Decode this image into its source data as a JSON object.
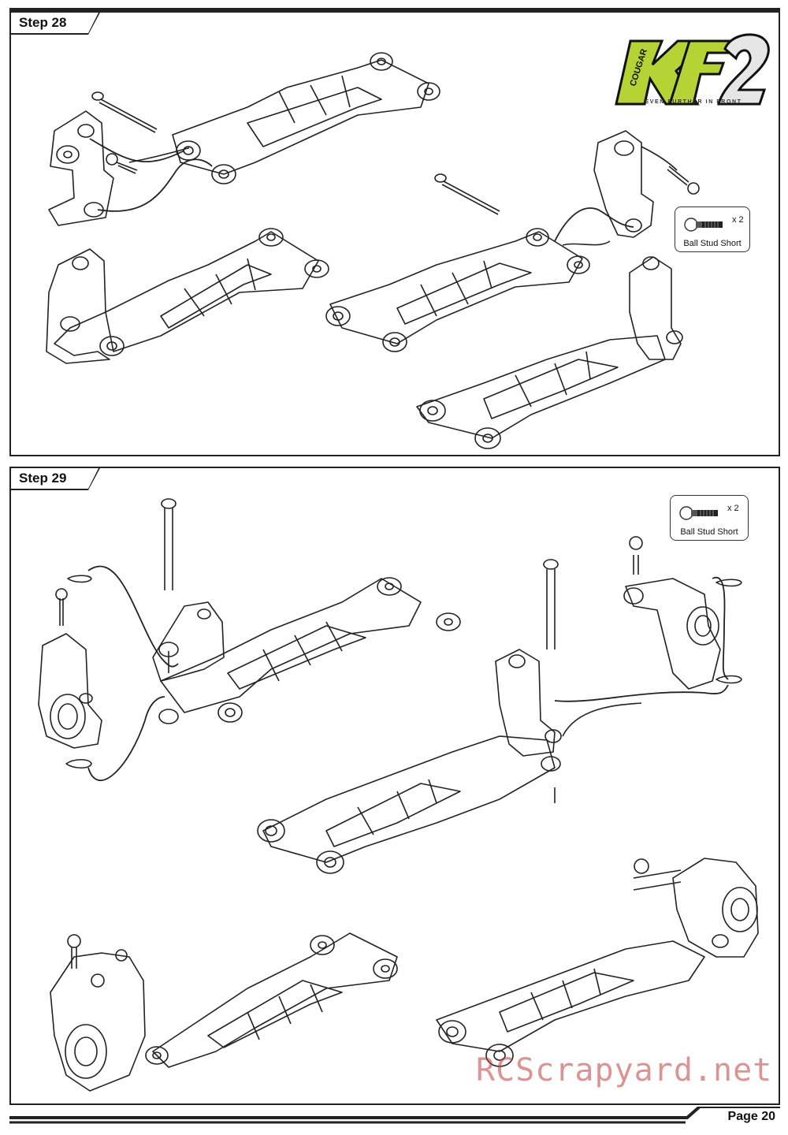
{
  "logo": {
    "brand": "COUGAR",
    "model": "KF2",
    "tagline": "EVEN FURTHER IN FRONT",
    "accent_color": "#b5d334"
  },
  "steps": [
    {
      "label": "Step 28",
      "legend": {
        "qty": "x 2",
        "name": "Ball Stud Short",
        "icon": "ball-stud-icon"
      }
    },
    {
      "label": "Step 29",
      "legend": {
        "qty": "x 2",
        "name": "Ball Stud Short",
        "icon": "ball-stud-icon"
      }
    }
  ],
  "footer": {
    "page": "Page 20"
  },
  "watermark": "RCScrapyard.net",
  "colors": {
    "line": "#222222",
    "panel_border": "#222222",
    "watermark": "#be3c3c"
  }
}
